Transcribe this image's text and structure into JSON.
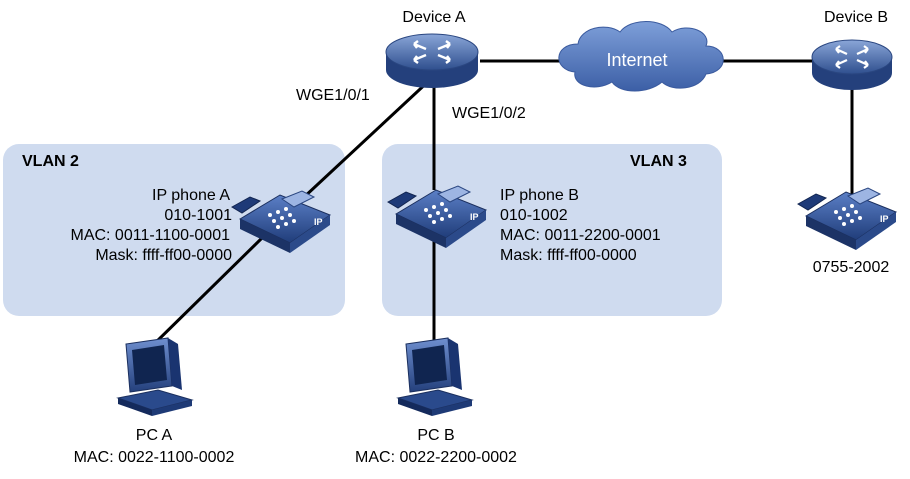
{
  "devices": {
    "device_a": "Device A",
    "device_b": "Device B",
    "cloud": "Internet"
  },
  "ports": {
    "p1": "WGE1/0/1",
    "p2": "WGE1/0/2"
  },
  "vlans": {
    "vlan2": "VLAN 2",
    "vlan3": "VLAN 3"
  },
  "phone_a": {
    "name": "IP phone A",
    "number": "010-1001",
    "mac": "MAC: 0011-1100-0001",
    "mask": "Mask: ffff-ff00-0000"
  },
  "phone_b": {
    "name": "IP phone B",
    "number": "010-1002",
    "mac": "MAC: 0011-2200-0001",
    "mask": "Mask: ffff-ff00-0000"
  },
  "phone_remote": {
    "number": "0755-2002"
  },
  "pc_a": {
    "name": "PC A",
    "mac": "MAC: 0022-1100-0002"
  },
  "pc_b": {
    "name": "PC B",
    "mac": "MAC: 0022-2200-0002"
  },
  "colors": {
    "vlan_bg": "#cfdbef",
    "device_blue": "#3a5c9a",
    "cloud_blue": "#4a6fb5"
  }
}
